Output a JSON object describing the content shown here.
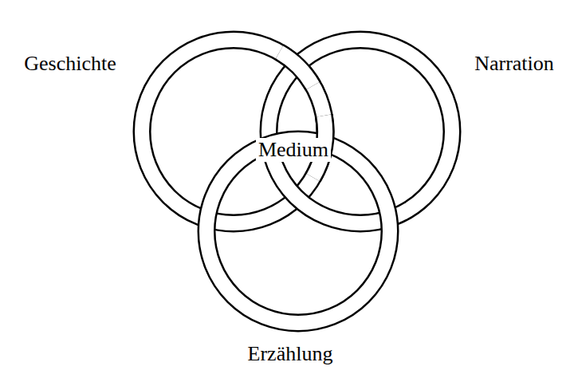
{
  "diagram": {
    "labels": [
      "Geschichte",
      "Narration",
      "Medium",
      "Erzählung"
    ]
  }
}
